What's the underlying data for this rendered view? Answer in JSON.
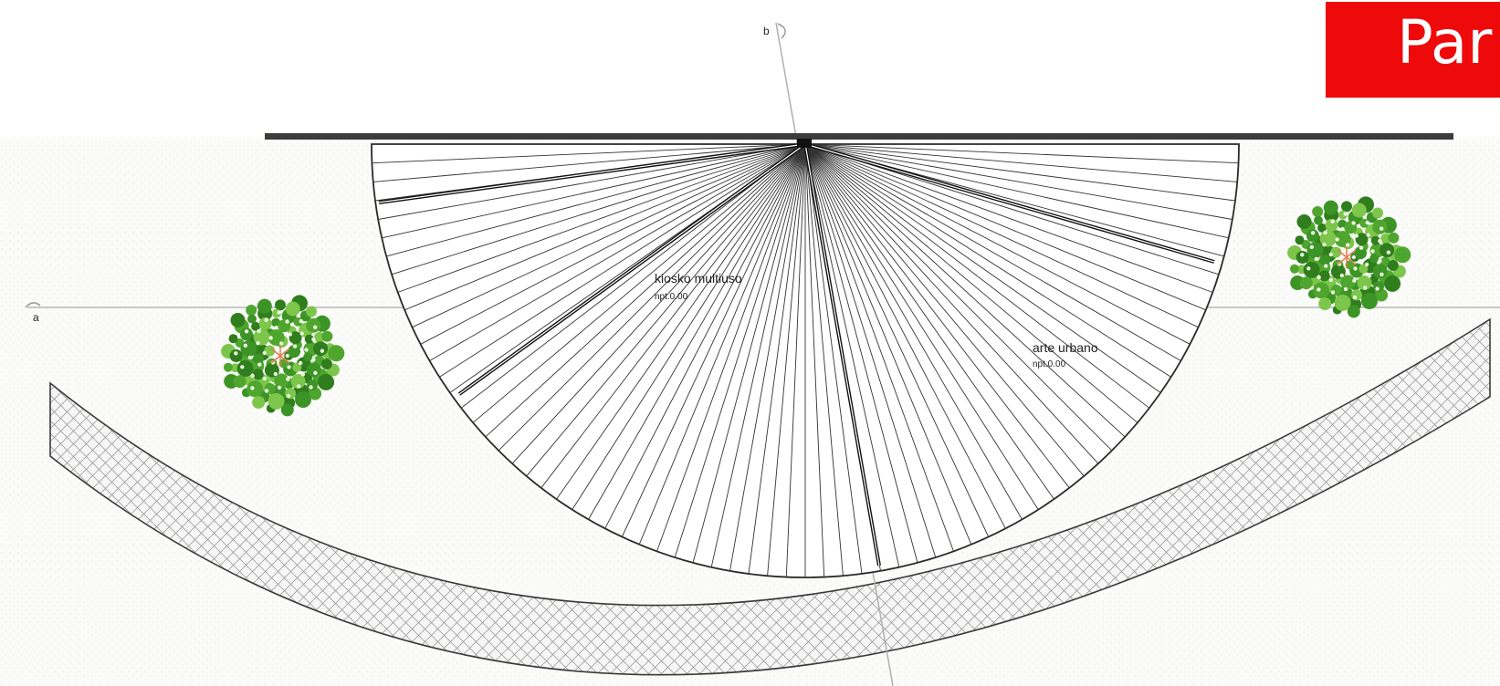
{
  "title_banner": {
    "text": "Par",
    "color": "#ee0a0a"
  },
  "section_marks": {
    "a": "a",
    "b": "b"
  },
  "spaces": {
    "kiosk": {
      "name": "kiosko multiuso",
      "level": "npt.0.00"
    },
    "art": {
      "name": "arte urbano",
      "level": "npt.0.00"
    }
  },
  "colors": {
    "line": "#2a2a2a",
    "paving_fill": "#f4f4f4",
    "ground": "#fcfcfa",
    "tree_green": "#4fa62e",
    "tree_dark": "#2f7d1d",
    "tree_center": "#e57b52"
  },
  "icons": {
    "tree": "tree-icon",
    "section_marker": "section-marker-icon"
  }
}
